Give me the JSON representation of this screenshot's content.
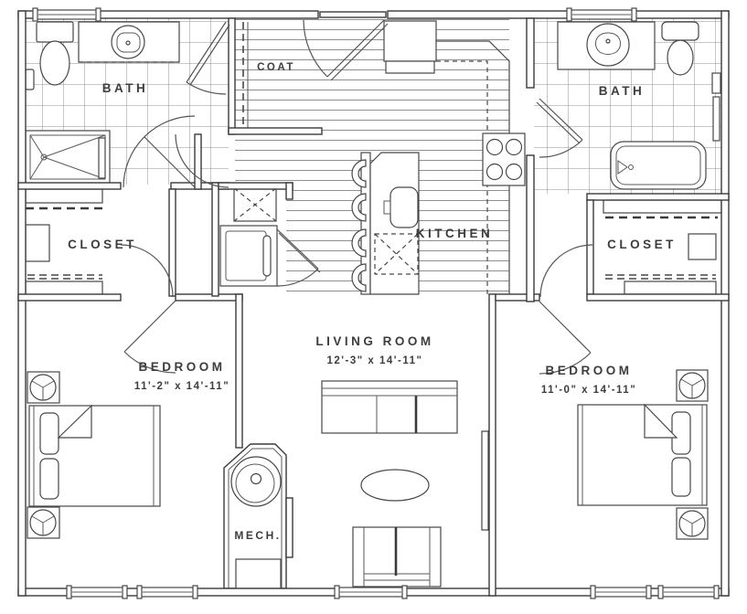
{
  "colors": {
    "line": "#3a3a3a",
    "floor_texture": "#8f8f8f",
    "background": "#ffffff",
    "text": "#3d3d3d"
  },
  "plan": {
    "bath_left": "BATH",
    "coat": "COAT",
    "kitchen": "KITCHEN",
    "bath_right": "BATH",
    "closet_left": "CLOSET",
    "closet_right": "CLOSET",
    "bedroom_left": {
      "name": "BEDROOM",
      "dims": "11'-2\" x 14'-11\""
    },
    "living_room": {
      "name": "LIVING ROOM",
      "dims": "12'-3\" x 14'-11\""
    },
    "bedroom_right": {
      "name": "BEDROOM",
      "dims": "11'-0\" x 14'-11\""
    },
    "mech": "MECH."
  }
}
